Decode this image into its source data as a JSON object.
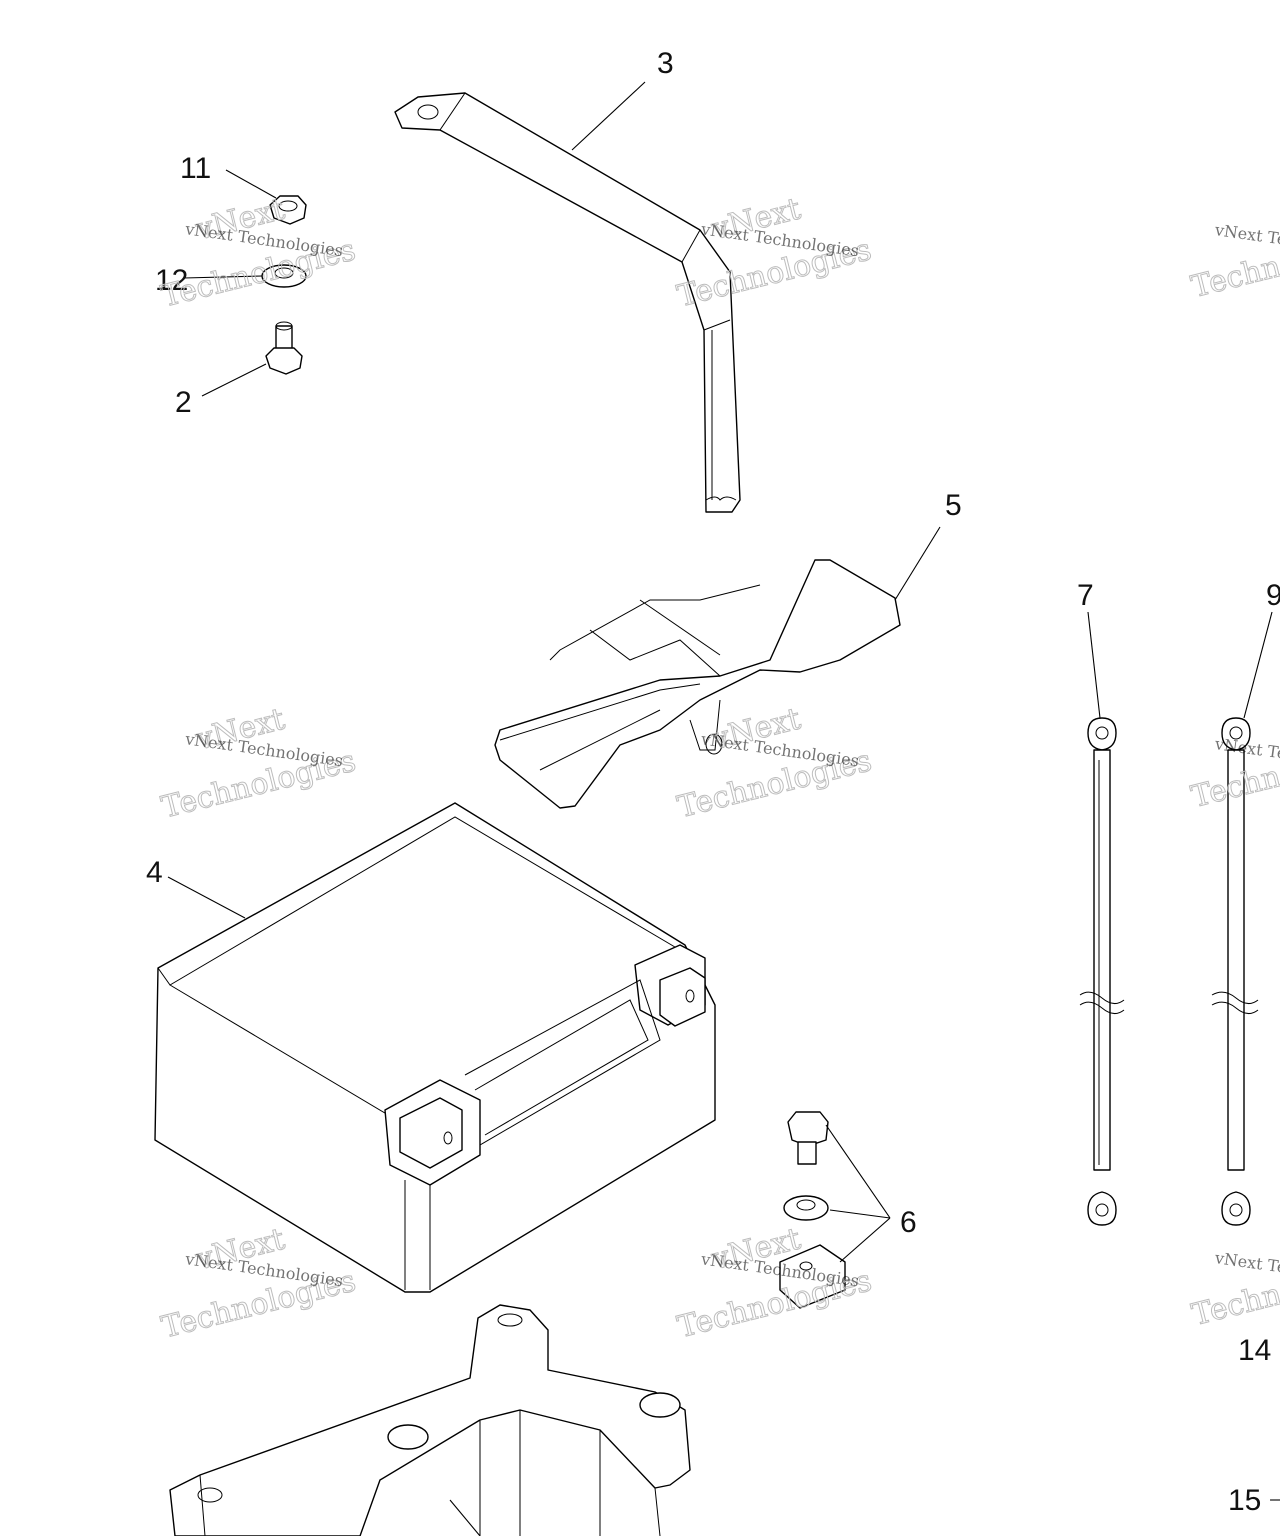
{
  "callouts": {
    "n2": "2",
    "n3": "3",
    "n4": "4",
    "n5": "5",
    "n6": "6",
    "n7": "7",
    "n9": "9",
    "n11": "11",
    "n12": "12",
    "n14": "14",
    "n15": "15"
  },
  "watermark": {
    "brand_small": "vNext Technologies",
    "brand_large_top": "vNext",
    "brand_large_bottom": "Technologies",
    "brand_clipped": "vNext Te",
    "brand_clipped_large": "Techn"
  },
  "colors": {
    "line": "#000000",
    "background": "#ffffff",
    "watermark_outline": "#bdbdbd"
  }
}
